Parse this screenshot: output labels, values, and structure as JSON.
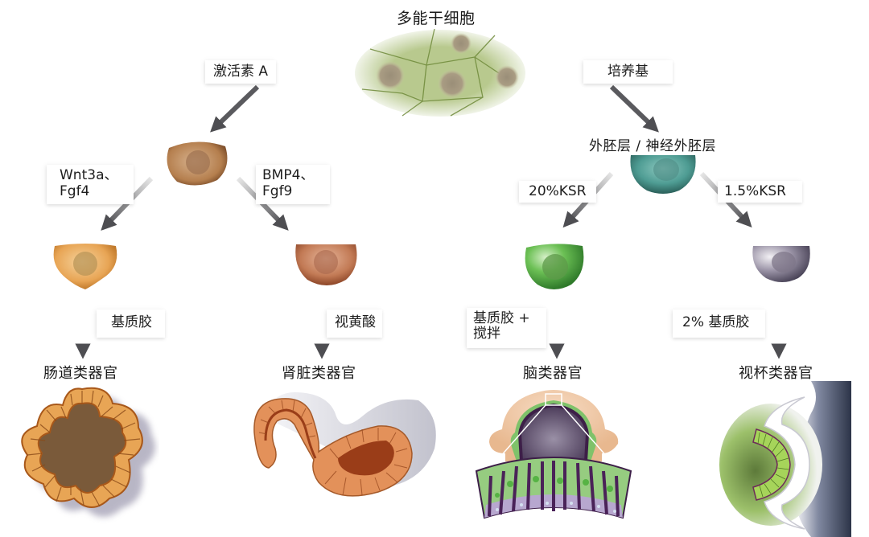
{
  "diagram": {
    "root": {
      "label": "多能干细胞",
      "icon": "pluripotent-stem-cells-icon"
    },
    "branches": {
      "left": {
        "factor": "激活素 A",
        "intermediate_icon": "endoderm-cell-icon",
        "sub": [
          {
            "factor": "Wnt3a、\nFgf4",
            "factor_lines": [
              "Wnt3a、",
              "Fgf4"
            ],
            "cell_icon": "intestinal-progenitor-cell-icon",
            "condition": "基质胶",
            "organoid": "肠道类器官",
            "organoid_icon": "intestinal-organoid-icon",
            "cell_color": "#e8a555"
          },
          {
            "factor": "BMP4、\nFgf9",
            "factor_lines": [
              "BMP4、",
              "Fgf9"
            ],
            "cell_icon": "kidney-progenitor-cell-icon",
            "condition": "视黄酸",
            "organoid": "肾脏类器官",
            "organoid_icon": "kidney-organoid-icon",
            "cell_color": "#b86a43"
          }
        ]
      },
      "right": {
        "factor": "培养基",
        "intermediate_label": "外胚层 / 神经外胚层",
        "intermediate_icon": "ectoderm-cell-icon",
        "sub": [
          {
            "factor": "20%KSR",
            "cell_icon": "neural-progenitor-cell-icon",
            "condition": "基质胶 +\n搅拌",
            "condition_lines": [
              "基质胶 +",
              "搅拌"
            ],
            "organoid": "脑类器官",
            "organoid_icon": "brain-organoid-icon",
            "cell_color": "#5fae4a"
          },
          {
            "factor": "1.5%KSR",
            "cell_icon": "retinal-progenitor-cell-icon",
            "condition": "2% 基质胶",
            "organoid": "视杯类器官",
            "organoid_icon": "optic-cup-organoid-icon",
            "cell_color": "#8a8296"
          }
        ]
      }
    },
    "colors": {
      "arrow": "#5a5a5e",
      "stem_cell": "#b9c98f",
      "endoderm": "#b07a4a",
      "ectoderm": "#3f8f87"
    }
  }
}
